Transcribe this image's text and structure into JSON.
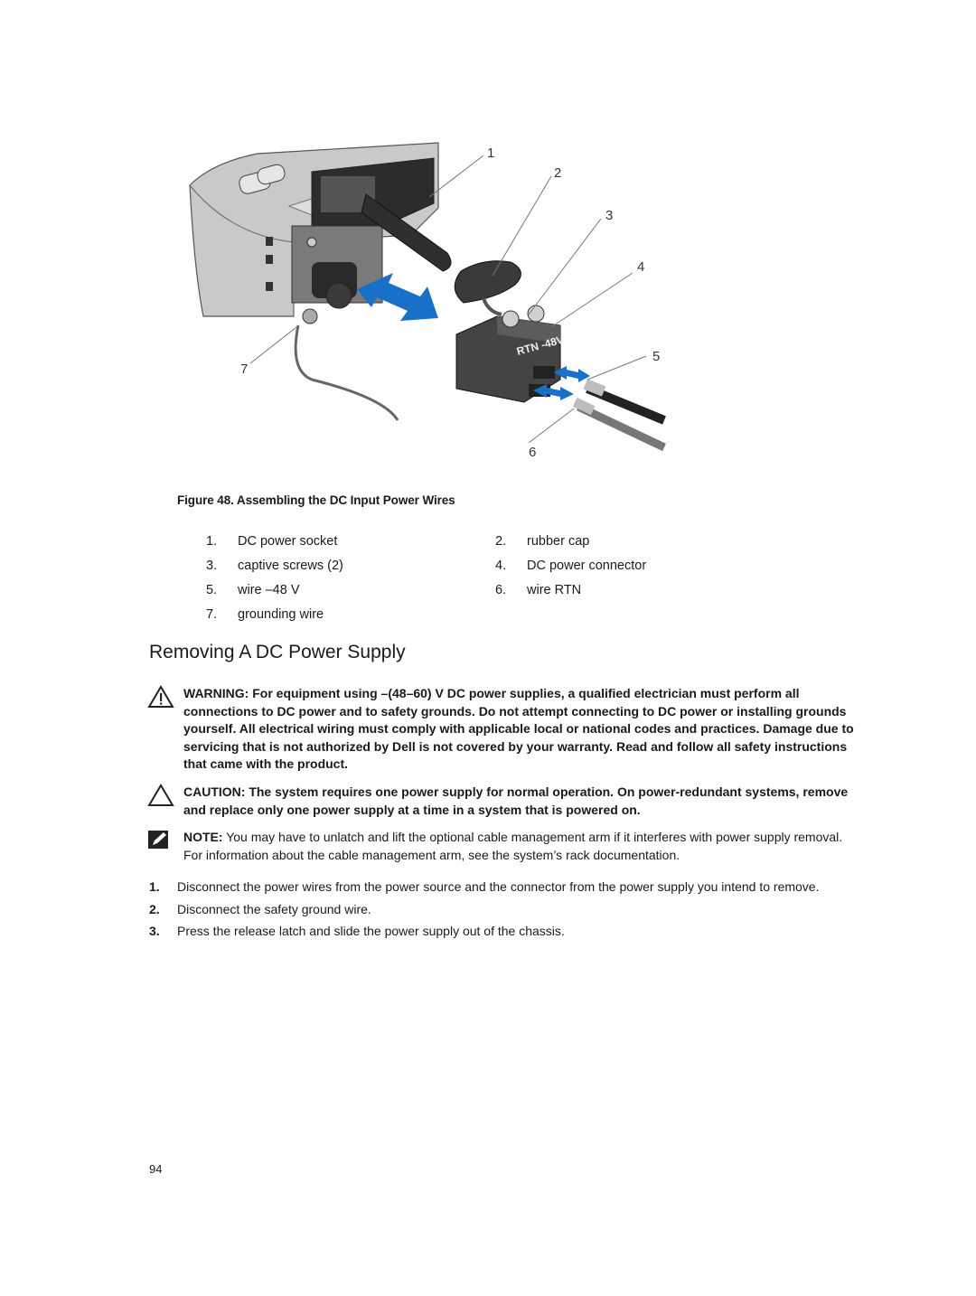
{
  "figure": {
    "callouts": [
      "1",
      "2",
      "3",
      "4",
      "5",
      "6",
      "7"
    ],
    "connector_label": "RTN  -48V",
    "caption": "Figure 48. Assembling the DC Input Power Wires"
  },
  "legend": [
    {
      "num": "1.",
      "label": "DC power socket"
    },
    {
      "num": "2.",
      "label": "rubber cap"
    },
    {
      "num": "3.",
      "label": "captive screws (2)"
    },
    {
      "num": "4.",
      "label": "DC power connector"
    },
    {
      "num": "5.",
      "label": "wire –48 V"
    },
    {
      "num": "6.",
      "label": "wire RTN"
    },
    {
      "num": "7.",
      "label": "grounding wire"
    }
  ],
  "section_title": "Removing A DC Power Supply",
  "warning": {
    "text": "WARNING: For equipment using –(48–60) V DC power supplies, a qualified electrician must perform all connections to DC power and to safety grounds. Do not attempt connecting to DC power or installing grounds yourself. All electrical wiring must comply with applicable local or national codes and practices. Damage due to servicing that is not authorized by Dell is not covered by your warranty. Read and follow all safety instructions that came with the product."
  },
  "caution": {
    "text": "CAUTION: The system requires one power supply for normal operation. On power-redundant systems, remove and replace only one power supply at a time in a system that is powered on."
  },
  "note": {
    "prefix": "NOTE:",
    "text": " You may have to unlatch and lift the optional cable management arm if it interferes with power supply removal. For information about the cable management arm, see the system’s rack documentation."
  },
  "steps": [
    {
      "num": "1.",
      "text": "Disconnect the power wires from the power source and the connector from the power supply you intend to remove."
    },
    {
      "num": "2.",
      "text": "Disconnect the safety ground wire."
    },
    {
      "num": "3.",
      "text": "Press the release latch and slide the power supply out of the chassis."
    }
  ],
  "page_number": "94"
}
